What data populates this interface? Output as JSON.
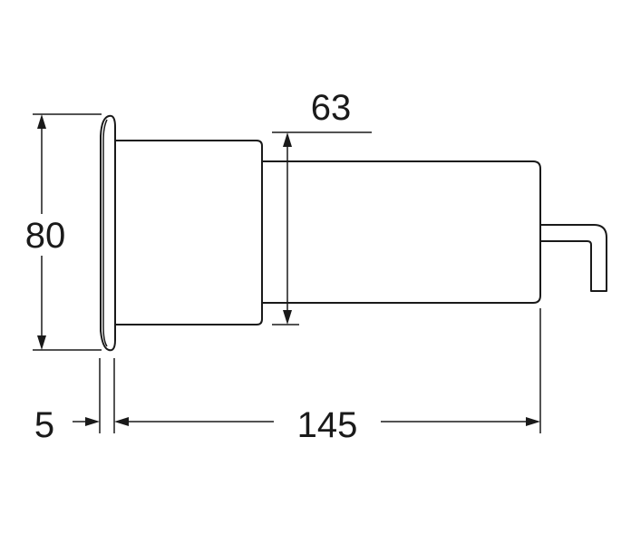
{
  "dimensions": {
    "height_flange": "80",
    "diameter_body": "63",
    "flange_thickness": "5",
    "total_length": "145"
  }
}
